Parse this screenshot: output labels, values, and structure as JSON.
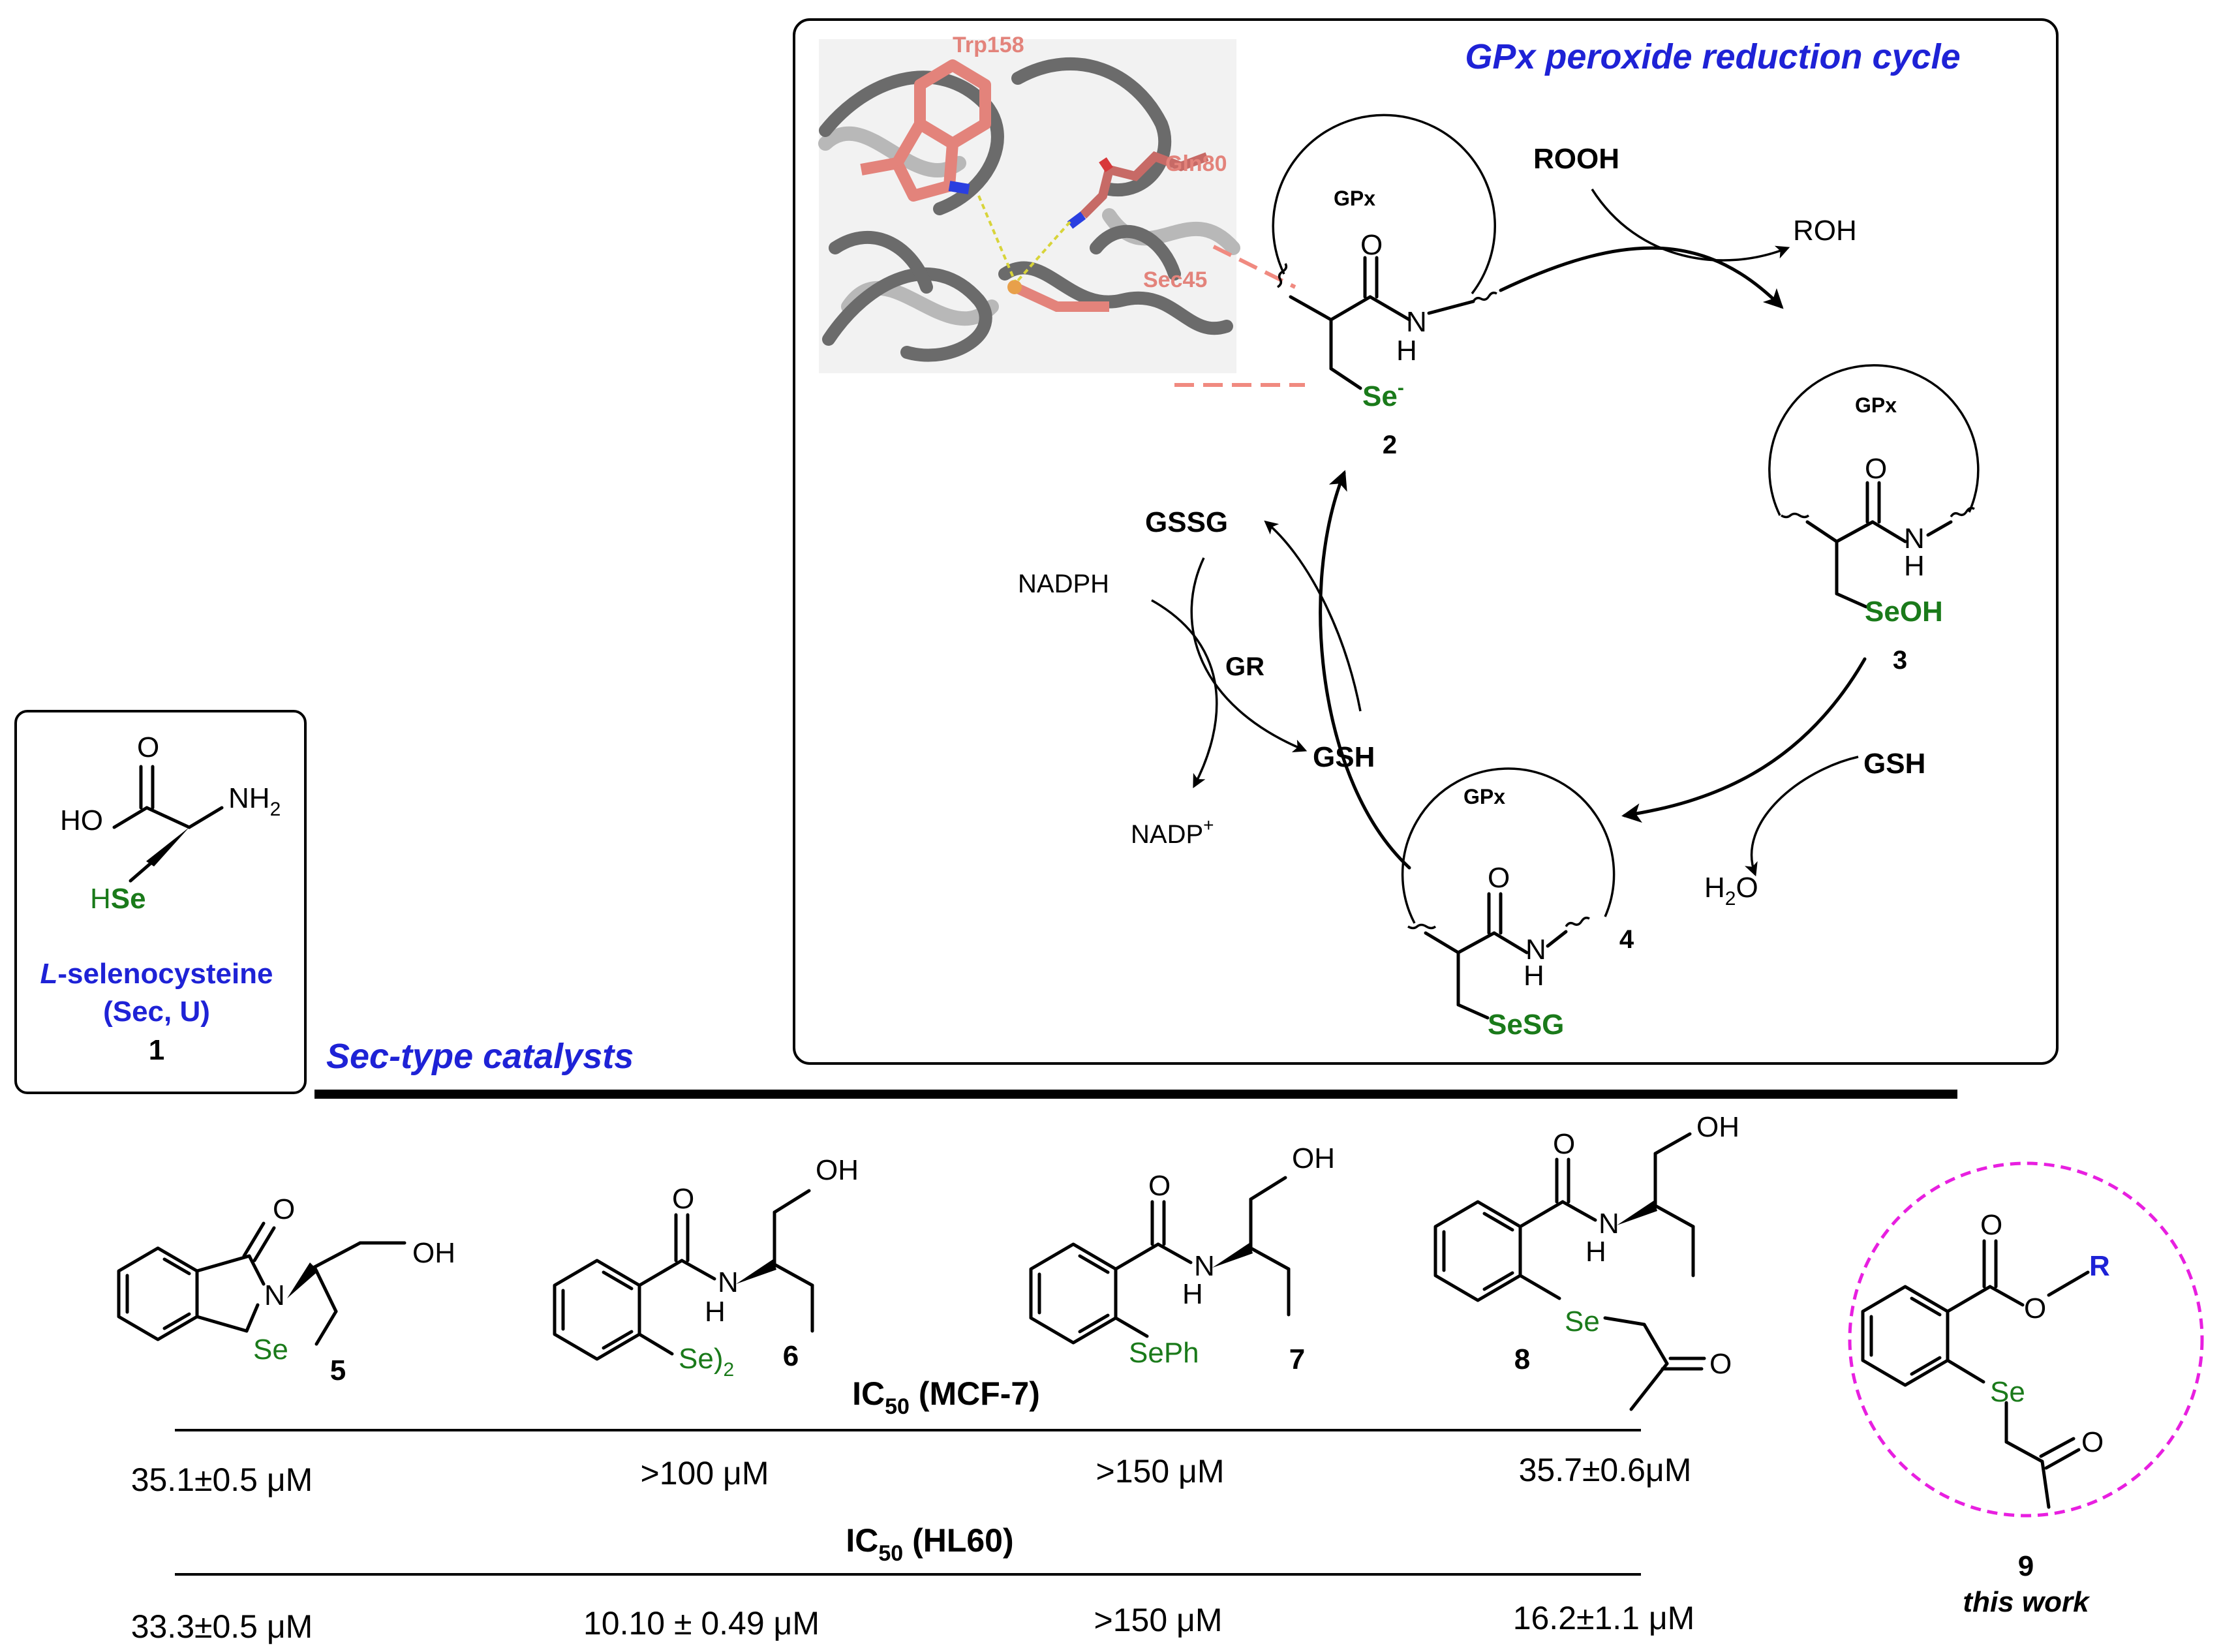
{
  "panel_sec": {
    "name_l": "L",
    "name_rest": "-selenocysteine",
    "abbrev": "(Sec, U)",
    "number": "1",
    "atoms": {
      "O": "O",
      "HO": "HO",
      "NH": "NH",
      "sub2": "2",
      "HSe_H": "H",
      "HSe_Se": "Se"
    }
  },
  "cycle": {
    "title": "GPx peroxide reduction cycle",
    "protein_residues": [
      "Trp158",
      "Gln80",
      "Sec45"
    ],
    "gpx_label": "GPx",
    "species": {
      "n2": "2",
      "n3": "3",
      "n4": "4",
      "se_minus": "Se",
      "minus": "-",
      "seoh": "SeOH",
      "sesg": "SeSG",
      "O": "O",
      "N": "N",
      "H": "H"
    },
    "reagents": {
      "rooh": "ROOH",
      "roh": "ROH",
      "gsh1": "GSH",
      "h2o_h": "H",
      "h2o_2": "2",
      "h2o_o": "O",
      "gssg": "GSSG",
      "gsh2": "GSH",
      "nadph": "NADPH",
      "gr": "GR",
      "nadp": "NADP",
      "plus": "+"
    }
  },
  "section_title": "Sec-type catalysts",
  "catalysts": [
    {
      "number": "5",
      "se": "Se",
      "oh": "OH",
      "o": "O",
      "n": "N"
    },
    {
      "number": "6",
      "se": "Se)",
      "sub": "2",
      "oh": "OH",
      "o": "O",
      "n": "N",
      "h": "H"
    },
    {
      "number": "7",
      "se": "SePh",
      "oh": "OH",
      "o": "O",
      "n": "N",
      "h": "H"
    },
    {
      "number": "8",
      "se": "Se",
      "oh": "OH",
      "o": "O",
      "n": "N",
      "h": "H",
      "o2": "O"
    },
    {
      "number": "9",
      "se": "Se",
      "o": "O",
      "o_ester": "O",
      "r": "R",
      "caption": "this work"
    }
  ],
  "ic50_headers": [
    {
      "main": "IC",
      "sub": "50",
      "cell": "(MCF-7)"
    },
    {
      "main": "IC",
      "sub": "50",
      "cell": "(HL60)"
    }
  ],
  "ic50_table": {
    "mcf7": [
      "35.1±0.5 μM",
      ">100 μM",
      ">150 μM",
      "35.7±0.6μM"
    ],
    "hl60": [
      "33.3±0.5 μM",
      "10.10 ± 0.49 μM",
      ">150 μM",
      "16.2±1.1 μM"
    ]
  },
  "colors": {
    "selenium": "#1a7a1a",
    "label_blue": "#1e22d6",
    "protein_pink": "#e3837b",
    "circle_magenta": "#e81fe0"
  }
}
